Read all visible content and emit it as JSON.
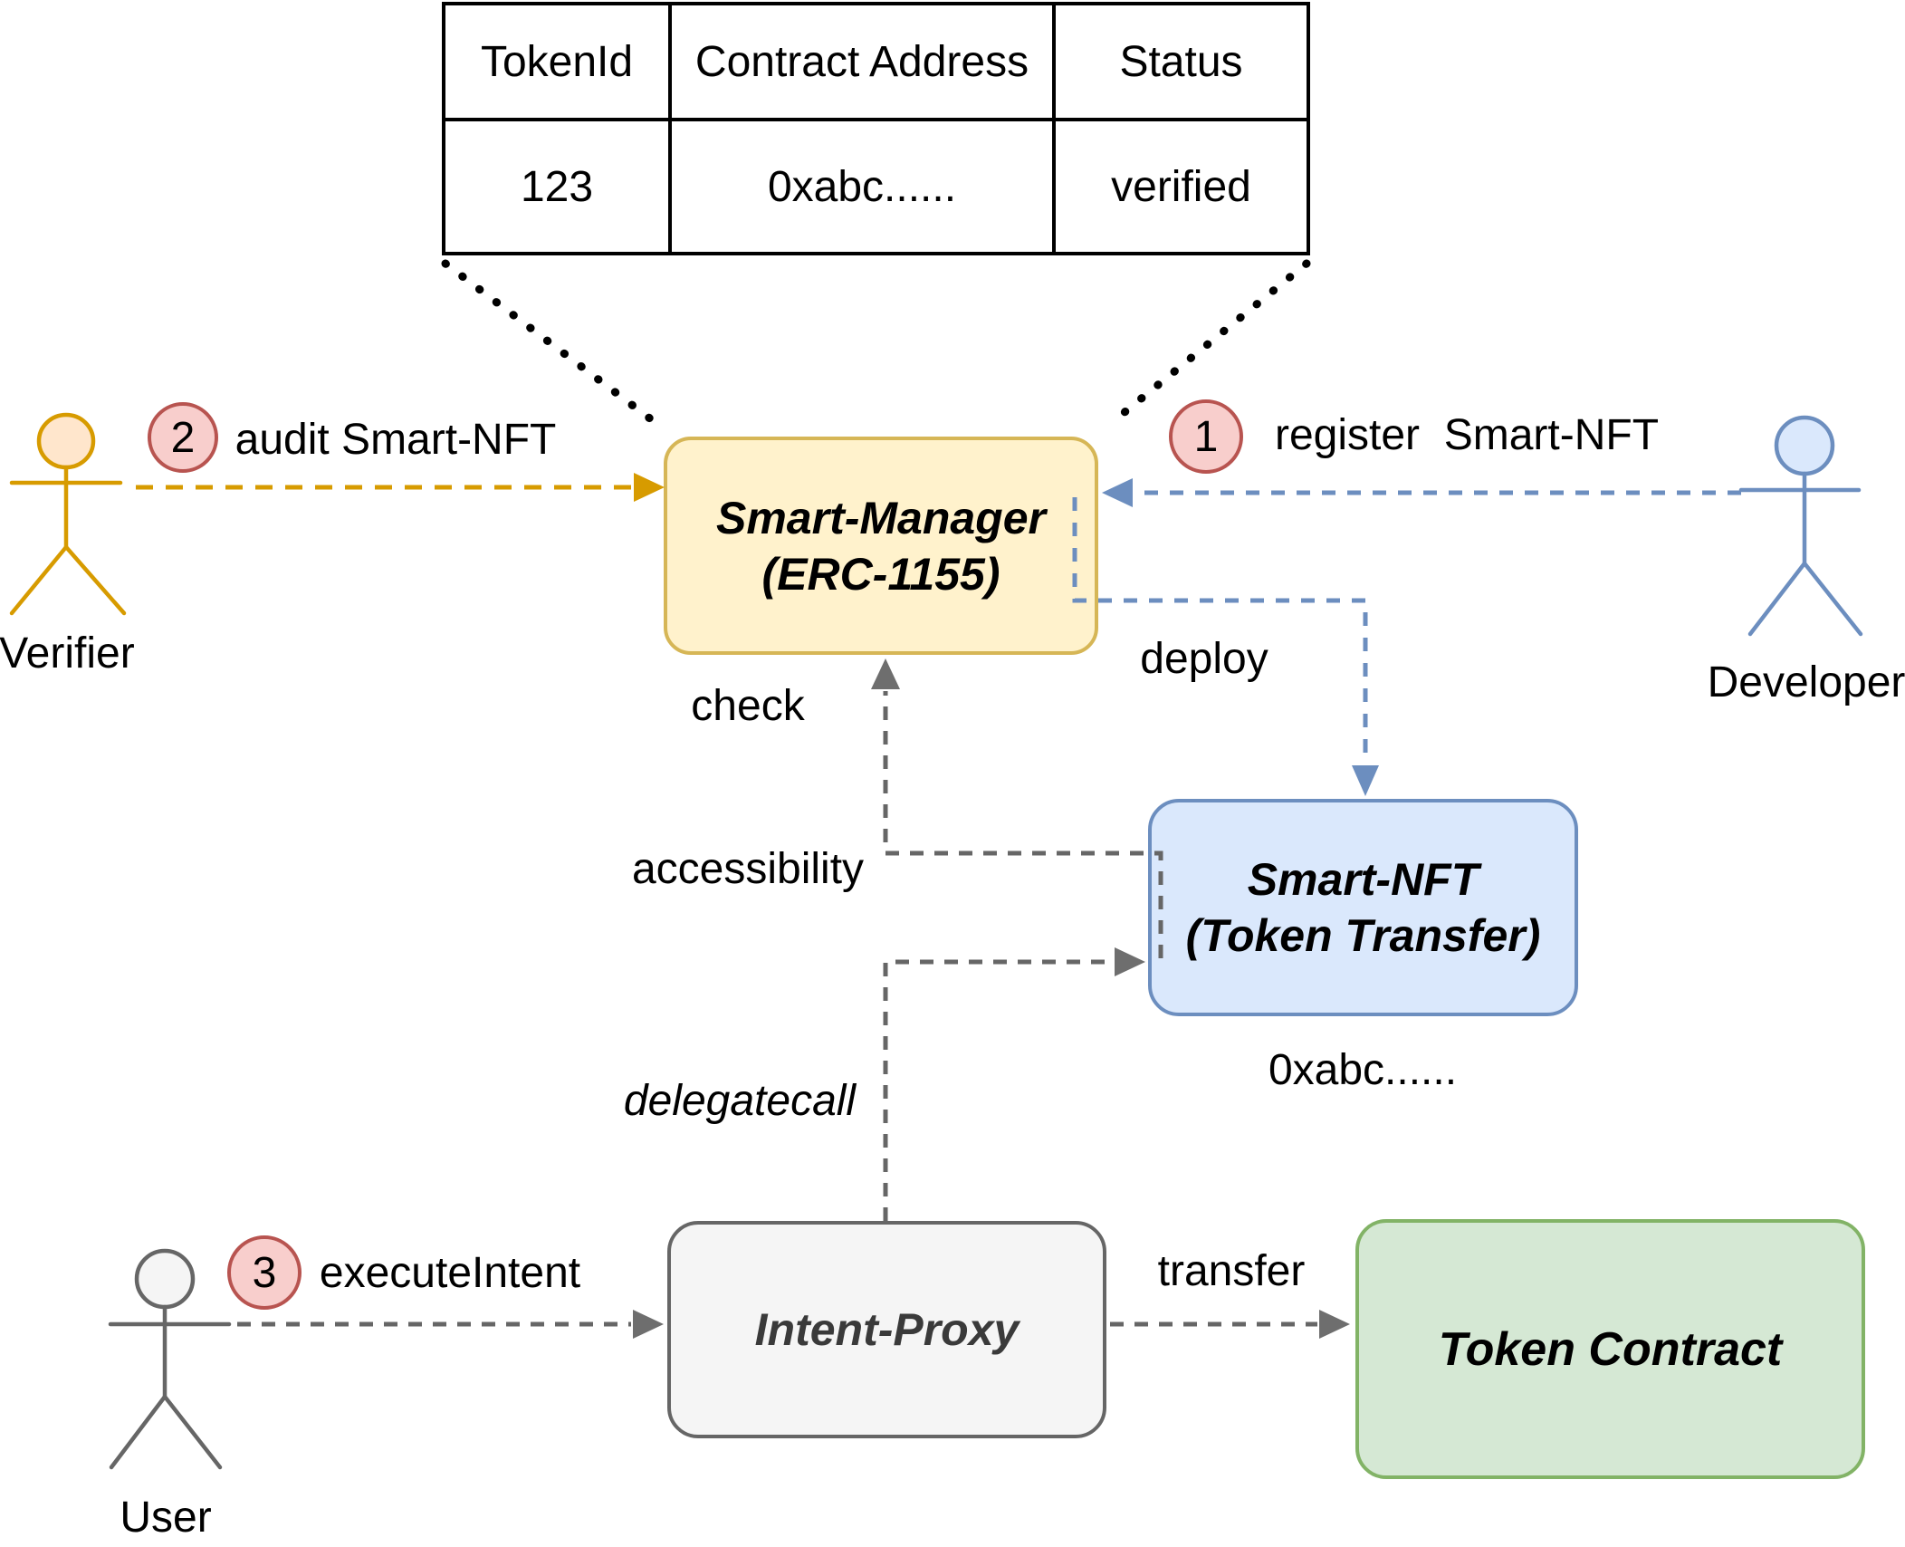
{
  "registry_table": {
    "headers": [
      "TokenId",
      "Contract Address",
      "Status"
    ],
    "rows": [
      [
        "123",
        "0xabc......",
        "verified"
      ]
    ]
  },
  "nodes": {
    "smart_manager": {
      "title_line1": "Smart-Manager",
      "title_line2": "(ERC-1155)"
    },
    "smart_nft": {
      "title_line1": "Smart-NFT",
      "title_line2": "(Token Transfer)",
      "address": "0xabc......"
    },
    "intent_proxy": {
      "title": "Intent-Proxy"
    },
    "token_contract": {
      "title": "Token Contract"
    }
  },
  "actors": {
    "verifier": {
      "label": "Verifier"
    },
    "developer": {
      "label": "Developer"
    },
    "user": {
      "label": "User"
    }
  },
  "edges": {
    "audit": {
      "step": "2",
      "label": "audit Smart-NFT"
    },
    "register": {
      "step": "1",
      "label": "register  Smart-NFT"
    },
    "deploy": {
      "label": "deploy"
    },
    "check_accessibility": {
      "label_line1": "check",
      "label_line2": "accessibility"
    },
    "delegatecall": {
      "label": "delegatecall"
    },
    "execute_intent": {
      "step": "3",
      "label": "executeIntent"
    },
    "transfer": {
      "label": "transfer"
    }
  },
  "colors": {
    "manager_fill": "#FFF2CC",
    "manager_stroke": "#D6B656",
    "nft_fill": "#DAE8FC",
    "nft_stroke": "#6C8EBF",
    "proxy_fill": "#F5F5F5",
    "proxy_stroke": "#666666",
    "contract_fill": "#D5E8D4",
    "contract_stroke": "#82B366",
    "badge_fill": "#F8CECC",
    "badge_stroke": "#B85450",
    "verifier_color": "#D79B00",
    "developer_color": "#6C8EBF",
    "user_color": "#666666",
    "gray_edge": "#666666",
    "line_black": "#000000"
  }
}
